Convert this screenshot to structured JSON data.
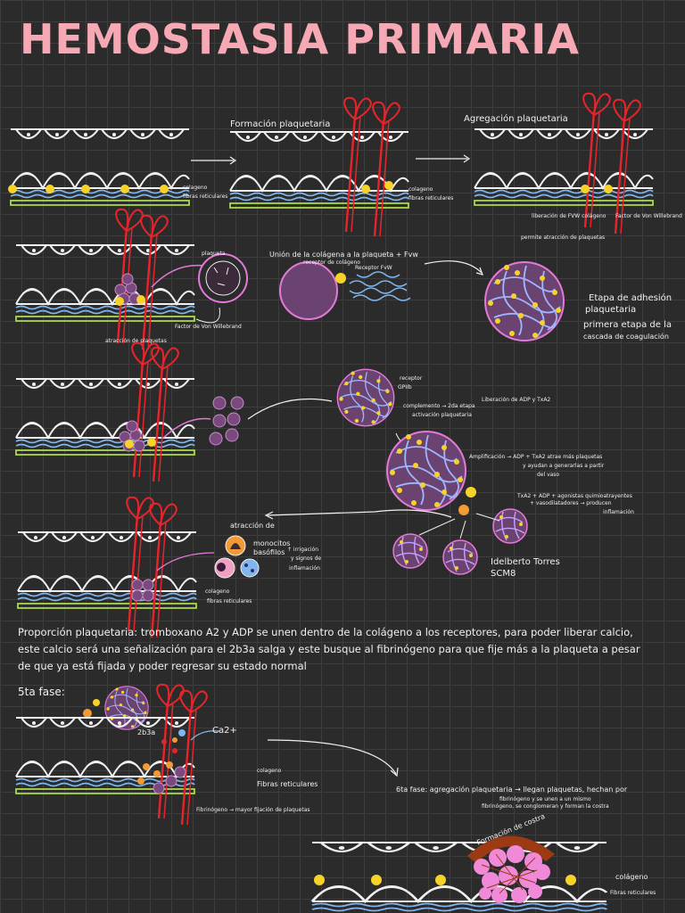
{
  "title": "HEMOSTASIA PRIMARIA",
  "labels": {
    "colageno": "colágeno",
    "colageno_short": "colageno",
    "fibras_reticulares": "fibras reticulares",
    "fibras_reticulares_cap": "Fibras reticulares",
    "formacion_plaquetaria": "Formación plaquetaria",
    "agregacion_plaquetaria": "Agregación plaquetaria",
    "liberacion_fvw": "liberación de FVW colágeno",
    "permite_atraccion": "permite atracción de plaquetas",
    "factor_von_willebrand": "Factor de Von Willebrand",
    "atraccion_plaquetas": "atracción de plaquetas",
    "plaqueta": "plaqueta",
    "receptor_fvw": "Receptor FvW",
    "receptor_colageno": "receptor de colágeno",
    "union_colageno": "Unión de la colágena a la plaqueta + Fvw",
    "etapa_adhesion_1": "Etapa de adhesión",
    "etapa_adhesion_2": "plaquetaria",
    "primera_etapa_1": "primera etapa de la",
    "primera_etapa_2": "cascada de coagulación",
    "receptor_2a": "receptor",
    "receptor_2b": "GPIIb",
    "complemento_1": "complemento → 2da etapa",
    "complemento_2": "activación plaquetaria",
    "liberacion_adp": "Liberación de ADP y TxA2",
    "amplificacion_1": "Amplificación → ADP + TxA2 atrae más plaquetas",
    "amplificacion_2": "y ayudan a generarlas a partir",
    "amplificacion_3": "del vaso",
    "txa2_1": "TxA2 + ADP + agonistas quimioatrayentes",
    "txa2_2": "+ vasodilatadores → producen",
    "txa2_3": "inflamación",
    "author_1": "Idelberto Torres",
    "author_2": "SCM8",
    "atraccion_de": "atracción de",
    "monocitos_1": "monocitos",
    "monocitos_2": "basófilos",
    "irrigacion_1": "↑ irrigación",
    "irrigacion_2": "y signos de",
    "irrigacion_3": "inflamación",
    "quinta_fase": "5ta fase:",
    "g2b3a": "2b3a",
    "ca2": "Ca2+",
    "fibrinogeno": "Fibrinógeno → mayor fijación de plaquetas",
    "sexta_fase_1": "6ta fase: agregación plaquetaria → llegan plaquetas, hechan por",
    "sexta_fase_2": "fibrinógeno y se unen a un mismo",
    "sexta_fase_3": "fibrinógeno, se conglomeran y forman la costra",
    "formacion_costra": "Formación de costra"
  },
  "paragraph": "Proporción plaquetaria: tromboxano A2 y ADP se unen dentro de la colágeno a los receptores, para poder liberar calcio, este calcio será una señalización para el 2b3a salga y este busque al fibrinógeno para que fije más a la plaqueta a pesar de que ya está fijada y poder regresar su estado normal",
  "colors": {
    "background": "#2b2b2b",
    "grid": "#3d3d3d",
    "title_pink": "#f6a9b5",
    "outline_white": "#f0f0f0",
    "vessel_red": "#e8242b",
    "platelet_yellow": "#f7d32a",
    "collagen_blue": "#7fb6f0",
    "reticular_green": "#a8d84a",
    "platelet_purple": "#7a4a7e",
    "platelet_pink_ring": "#e37ad8",
    "scab_brown": "#9c3a14",
    "scab_pink": "#f08ad8",
    "orange_dot": "#f29a36"
  }
}
